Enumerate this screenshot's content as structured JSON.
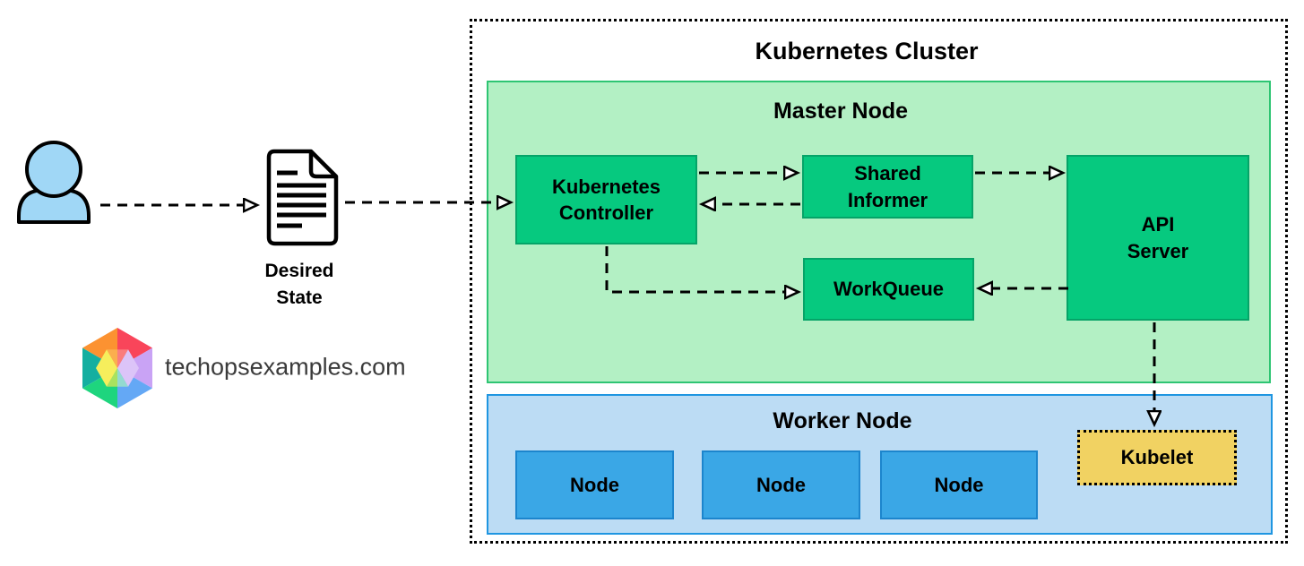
{
  "diagram_title": "Kubernetes Cluster",
  "actor": {
    "type": "user"
  },
  "desired_state": {
    "label": "Desired\nState"
  },
  "brand": {
    "site": "techopsexamples.com"
  },
  "cluster": {
    "title": "Kubernetes Cluster",
    "master": {
      "title": "Master Node",
      "components": [
        {
          "id": "kubernetes-controller",
          "label": "Kubernetes\nController"
        },
        {
          "id": "shared-informer",
          "label": "Shared\nInformer"
        },
        {
          "id": "workqueue",
          "label": "WorkQueue"
        },
        {
          "id": "api-server",
          "label": "API\nServer"
        }
      ]
    },
    "worker": {
      "title": "Worker Node",
      "nodes": [
        {
          "label": "Node"
        },
        {
          "label": "Node"
        },
        {
          "label": "Node"
        }
      ],
      "kubelet": {
        "label": "Kubelet"
      }
    }
  },
  "edges": [
    {
      "from": "user",
      "to": "desired-state",
      "style": "dashed-open-arrow"
    },
    {
      "from": "desired-state",
      "to": "kubernetes-controller",
      "style": "dashed-open-arrow"
    },
    {
      "from": "kubernetes-controller",
      "to": "shared-informer",
      "style": "dashed-open-arrow"
    },
    {
      "from": "shared-informer",
      "to": "kubernetes-controller",
      "style": "dashed-open-arrow"
    },
    {
      "from": "shared-informer",
      "to": "api-server",
      "style": "dashed-open-arrow"
    },
    {
      "from": "api-server",
      "to": "workqueue",
      "style": "dashed-open-arrow"
    },
    {
      "from": "kubernetes-controller",
      "to": "workqueue",
      "style": "dashed-open-arrow-elbow"
    },
    {
      "from": "api-server",
      "to": "kubelet",
      "style": "dashed-open-arrow"
    }
  ],
  "colors": {
    "master_fill": "#b3f0c4",
    "master_border": "#2ec573",
    "component_fill": "#06c97f",
    "component_border": "#05a468",
    "worker_fill": "#bcdcf4",
    "worker_border": "#1f96e1",
    "node_fill": "#3aa7e6",
    "node_border": "#1c85cd",
    "kubelet_fill": "#f1d262",
    "actor_fill": "#a0d7f6",
    "arrow_color": "#000000",
    "cluster_border": "#000000"
  }
}
